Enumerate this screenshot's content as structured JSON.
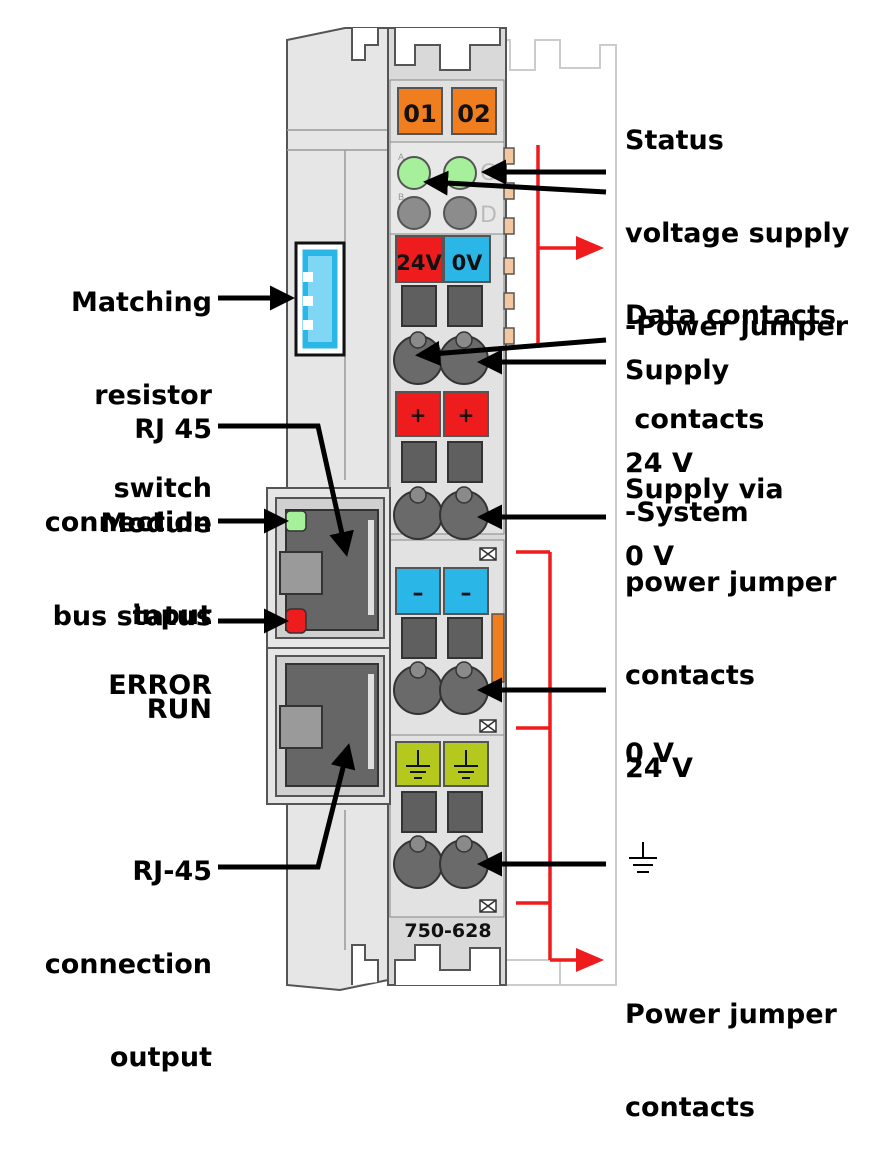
{
  "module": {
    "model": "750-628",
    "leds": {
      "slot1": "01",
      "slot2": "02",
      "slot_a": "A",
      "slot_b": "B",
      "slot_c": "C",
      "slot_d": "D"
    },
    "terminals": {
      "supply_plus": "24V",
      "supply_minus": "0V",
      "plus": "+",
      "minus": "–"
    }
  },
  "labels": {
    "status": [
      "Status",
      "voltage supply",
      "-Power jumper",
      " contacts",
      "-System"
    ],
    "data_contacts": "Data contacts",
    "supply": [
      "Supply",
      "24 V",
      "0 V"
    ],
    "supply_jumper": [
      "Supply via",
      "power jumper",
      "contacts",
      "24 V"
    ],
    "zero_v": "0 V",
    "power_jumper": [
      "Power jumper",
      "contacts"
    ],
    "matching": [
      "Matching",
      "resistor",
      "switch"
    ],
    "rj45_in": [
      "RJ 45",
      "connection",
      "input"
    ],
    "module_bus": [
      "Module",
      "bus status",
      "RUN"
    ],
    "error": "ERROR",
    "rj45_out": [
      "RJ-45",
      "connection",
      "output"
    ]
  },
  "colors": {
    "housing": "#e6e6e6",
    "outline": "#555555",
    "orange": "#f07d1e",
    "red": "#ee1c1c",
    "blue": "#2ab7e8",
    "green_yellow": "#b4c81e",
    "led_green": "#a6f09c",
    "led_grey": "#8c8c8c",
    "arrow_red": "#ee1c1c"
  },
  "icons": {
    "ground": "ground-symbol-icon"
  }
}
